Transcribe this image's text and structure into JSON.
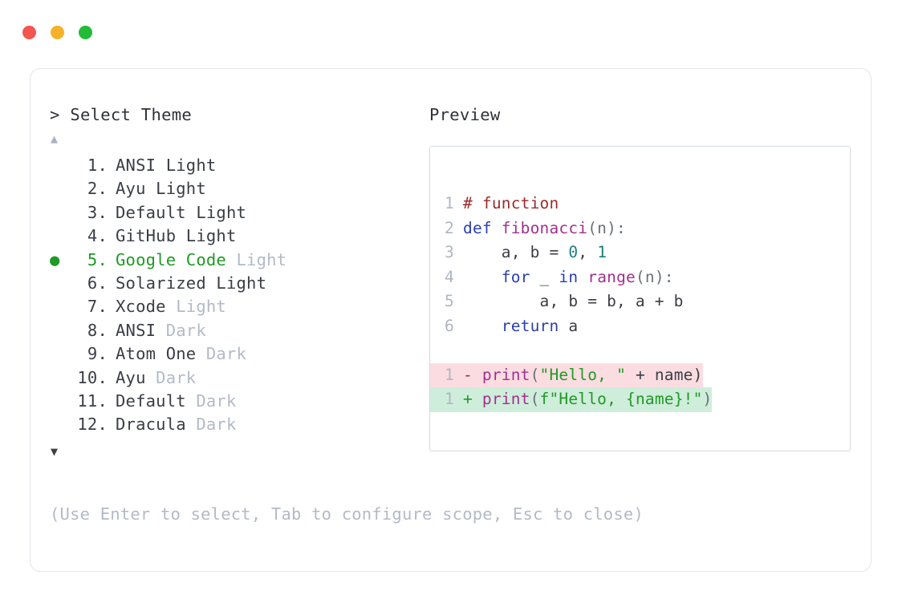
{
  "window": {
    "traffic_lights": [
      {
        "name": "close-button",
        "color": "#f4554e"
      },
      {
        "name": "minimize-button",
        "color": "#f5b229"
      },
      {
        "name": "maximize-button",
        "color": "#22bb38"
      }
    ]
  },
  "prompt": {
    "caret": ">",
    "label": "Select Theme"
  },
  "scroll": {
    "up": "▲",
    "down": "▼"
  },
  "selection": {
    "bullet": "●",
    "selected_index": 5,
    "accent": "#1f9a24"
  },
  "theme_list": [
    {
      "number": "1.",
      "name": "ANSI",
      "variant": "Light",
      "variant_dim": false,
      "selected": false
    },
    {
      "number": "2.",
      "name": "Ayu",
      "variant": "Light",
      "variant_dim": false,
      "selected": false
    },
    {
      "number": "3.",
      "name": "Default",
      "variant": "Light",
      "variant_dim": false,
      "selected": false
    },
    {
      "number": "4.",
      "name": "GitHub",
      "variant": "Light",
      "variant_dim": false,
      "selected": false
    },
    {
      "number": "5.",
      "name": "Google Code",
      "variant": "Light",
      "variant_dim": true,
      "selected": true
    },
    {
      "number": "6.",
      "name": "Solarized",
      "variant": "Light",
      "variant_dim": false,
      "selected": false
    },
    {
      "number": "7.",
      "name": "Xcode",
      "variant": "Light",
      "variant_dim": true,
      "selected": false
    },
    {
      "number": "8.",
      "name": "ANSI",
      "variant": "Dark",
      "variant_dim": true,
      "selected": false
    },
    {
      "number": "9.",
      "name": "Atom One",
      "variant": "Dark",
      "variant_dim": true,
      "selected": false
    },
    {
      "number": "10.",
      "name": "Ayu",
      "variant": "Dark",
      "variant_dim": true,
      "selected": false
    },
    {
      "number": "11.",
      "name": "Default",
      "variant": "Dark",
      "variant_dim": true,
      "selected": false
    },
    {
      "number": "12.",
      "name": "Dracula",
      "variant": "Dark",
      "variant_dim": true,
      "selected": false
    }
  ],
  "preview": {
    "label": "Preview",
    "code_lines": [
      {
        "ln": "1",
        "tokens": [
          {
            "t": "# function",
            "c": "t-cmt"
          }
        ]
      },
      {
        "ln": "2",
        "tokens": [
          {
            "t": "def ",
            "c": "t-kw"
          },
          {
            "t": "fibonacci",
            "c": "t-fn"
          },
          {
            "t": "(n):",
            "c": "t-pun"
          }
        ]
      },
      {
        "ln": "3",
        "tokens": [
          {
            "t": "    a, b = ",
            "c": "t-pln"
          },
          {
            "t": "0",
            "c": "t-num"
          },
          {
            "t": ", ",
            "c": "t-pln"
          },
          {
            "t": "1",
            "c": "t-num"
          }
        ]
      },
      {
        "ln": "4",
        "tokens": [
          {
            "t": "    ",
            "c": "t-pln"
          },
          {
            "t": "for",
            "c": "t-kw"
          },
          {
            "t": " _ ",
            "c": "t-pln"
          },
          {
            "t": "in",
            "c": "t-kw"
          },
          {
            "t": " ",
            "c": "t-pln"
          },
          {
            "t": "range",
            "c": "t-fn"
          },
          {
            "t": "(n):",
            "c": "t-pun"
          }
        ]
      },
      {
        "ln": "5",
        "tokens": [
          {
            "t": "        a, b = b, a + b",
            "c": "t-pln"
          }
        ]
      },
      {
        "ln": "6",
        "tokens": [
          {
            "t": "    ",
            "c": "t-pln"
          },
          {
            "t": "return",
            "c": "t-kw"
          },
          {
            "t": " a",
            "c": "t-pln"
          }
        ]
      }
    ],
    "diff_lines": [
      {
        "ln": "1",
        "kind": "del",
        "sign": "-",
        "bg": "#fbdde1",
        "tokens": [
          {
            "t": "print",
            "c": "t-fn"
          },
          {
            "t": "(",
            "c": "t-pun"
          },
          {
            "t": "\"Hello, \"",
            "c": "t-str"
          },
          {
            "t": " + name)",
            "c": "t-pln"
          }
        ]
      },
      {
        "ln": "1",
        "kind": "add",
        "sign": "+",
        "bg": "#cfeddb",
        "tokens": [
          {
            "t": "print",
            "c": "t-fn"
          },
          {
            "t": "(",
            "c": "t-pun"
          },
          {
            "t": "f\"Hello, {name}!\"",
            "c": "t-str"
          },
          {
            "t": ")",
            "c": "t-pun"
          }
        ]
      }
    ]
  },
  "footer": {
    "hint": "(Use Enter to select, Tab to configure scope, Esc to close)"
  }
}
